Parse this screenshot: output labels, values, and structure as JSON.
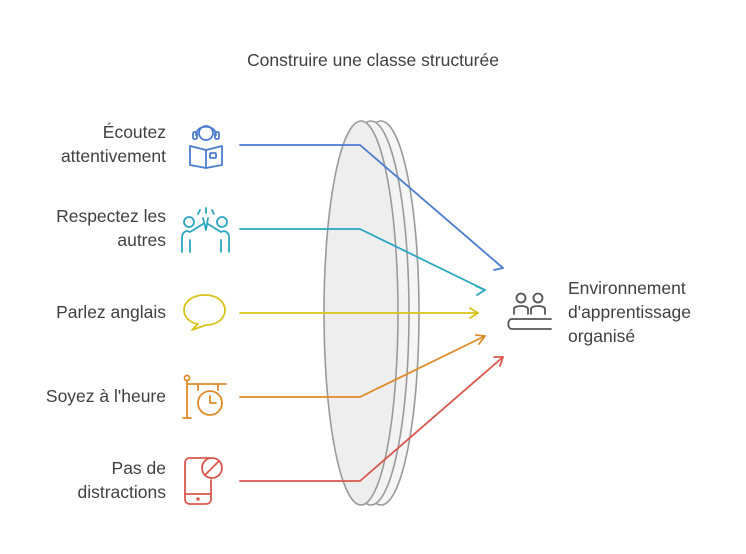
{
  "title": "Construire une classe structurée",
  "inputs": [
    {
      "line1": "Écoutez",
      "line2": "attentivement",
      "icon": "reading-person-icon",
      "color": "#4a7ccf"
    },
    {
      "line1": "Respectez les",
      "line2": "autres",
      "icon": "high-five-icon",
      "color": "#2aa6c2"
    },
    {
      "line1": "Parlez anglais",
      "line2": "",
      "icon": "speech-bubble-icon",
      "color": "#d9c31a"
    },
    {
      "line1": "Soyez à l'heure",
      "line2": "",
      "icon": "hanging-clock-icon",
      "color": "#df8a2a"
    },
    {
      "line1": "Pas de",
      "line2": "distractions",
      "icon": "phone-forbidden-icon",
      "color": "#d9574d"
    }
  ],
  "output": {
    "line1": "Environnement",
    "line2": "d'apprentissage",
    "line3": "organisé",
    "icon": "group-at-desk-icon",
    "color": "#555555"
  },
  "lens": {
    "fill": "#f1f1f1",
    "stroke": "#9a9a9a"
  }
}
